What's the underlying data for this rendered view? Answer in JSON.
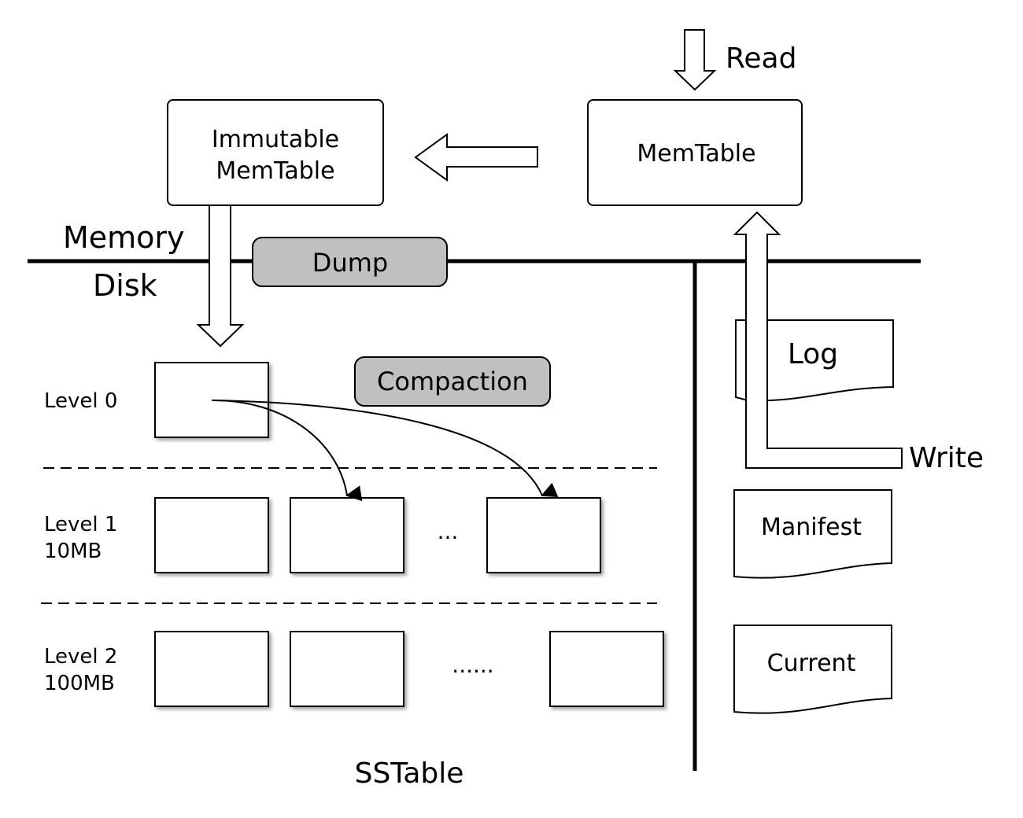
{
  "labels": {
    "read": "Read",
    "write": "Write",
    "immutable_memtable_line1": "Immutable",
    "immutable_memtable_line2": "MemTable",
    "memtable": "MemTable",
    "memory": "Memory",
    "disk": "Disk",
    "dump": "Dump",
    "compaction": "Compaction",
    "sstable": "SSTable"
  },
  "levels": [
    {
      "name": "Level 0",
      "size": ""
    },
    {
      "name": "Level 1",
      "size": "10MB",
      "ellipsis": "..."
    },
    {
      "name": "Level 2",
      "size": "100MB",
      "ellipsis": "......"
    }
  ],
  "files": {
    "log": "Log",
    "manifest": "Manifest",
    "current": "Current"
  },
  "colors": {
    "process_fill": "#c0c0c0",
    "stroke": "#000000"
  }
}
